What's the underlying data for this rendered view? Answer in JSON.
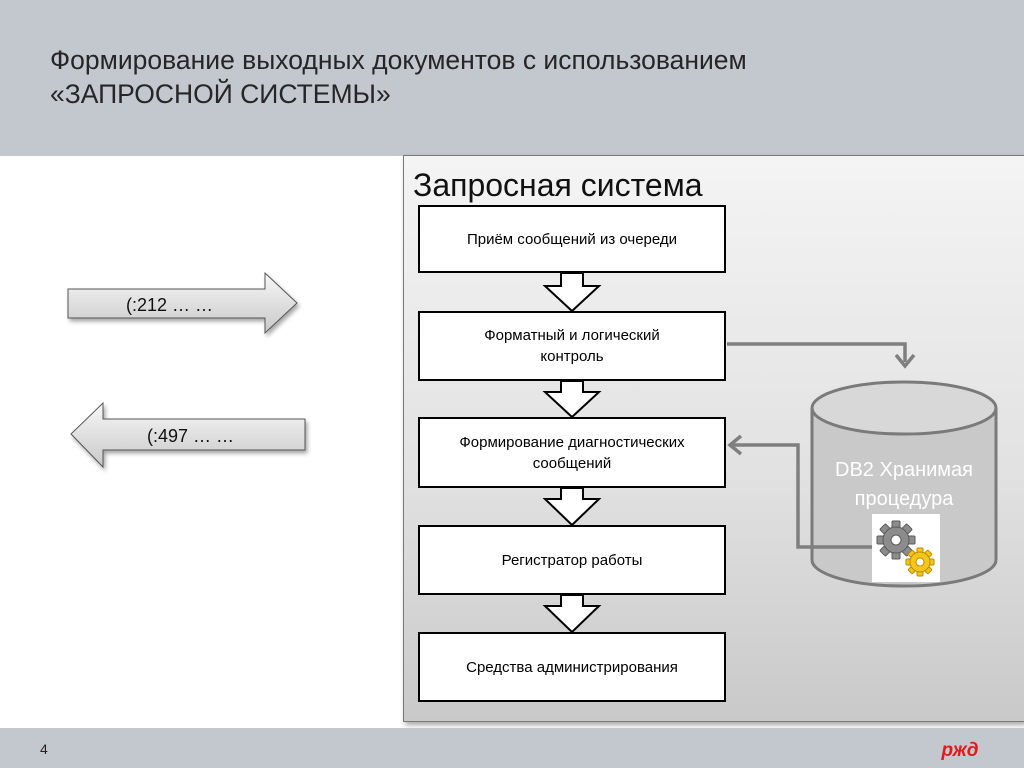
{
  "header": {
    "title_line1": "Формирование выходных документов с использованием",
    "title_line2": "«ЗАПРОСНОЙ СИСТЕМЫ»"
  },
  "panel": {
    "title": "Запросная система",
    "steps": [
      {
        "line1": "Приём сообщений из очереди",
        "line2": ""
      },
      {
        "line1": "Форматный и логический",
        "line2": "контроль"
      },
      {
        "line1": "Формирование диагностических",
        "line2": "сообщений"
      },
      {
        "line1": "Регистратор работы",
        "line2": ""
      },
      {
        "line1": "Средства администрирования",
        "line2": ""
      }
    ],
    "database": {
      "line1": "DB2 Хранимая",
      "line2": "процедура",
      "icon": "gears-icon"
    }
  },
  "side_arrows": {
    "incoming_label": "(:212 … …",
    "outgoing_label": "(:497 … …"
  },
  "footer": {
    "page_number": "4",
    "logo_text": "РЖД",
    "logo_color": "#e21a1a"
  }
}
